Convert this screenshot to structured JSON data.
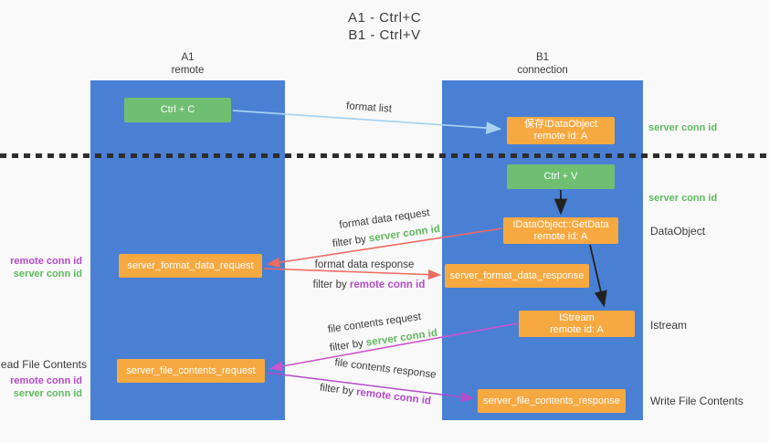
{
  "title": {
    "line1": "A1 - Ctrl+C",
    "line2": "B1 - Ctrl+V"
  },
  "lanes": {
    "a1": {
      "name": "A1",
      "subtitle": "remote"
    },
    "b1": {
      "name": "B1",
      "subtitle": "connection"
    }
  },
  "nodes": {
    "ctrl_c": {
      "label": "Ctrl + C"
    },
    "save_idataobject": {
      "line1": "保存IDataObject",
      "line2": "remote id: A"
    },
    "ctrl_v": {
      "label": "Ctrl + V"
    },
    "getdata": {
      "line1": "IDataObject::GetData",
      "line2": "remote id: A"
    },
    "server_format_data_request": {
      "label": "server_format_data_request"
    },
    "server_format_data_response": {
      "label": "server_format_data_response"
    },
    "istream": {
      "line1": "IStream",
      "line2": "remote id: A"
    },
    "server_file_contents_request": {
      "label": "server_file_contents_request"
    },
    "server_file_contents_response": {
      "label": "server_file_contents_response"
    }
  },
  "arrow_labels": {
    "format_list": "format list",
    "format_data_request": "format data request",
    "format_data_request_filter": {
      "prefix": "filter by ",
      "key": "server conn id"
    },
    "format_data_response": "format data response",
    "format_data_response_filter": {
      "prefix": "filter by ",
      "key": "remote conn id"
    },
    "file_contents_request": "file contents request",
    "file_contents_request_filter": {
      "prefix": "filter by ",
      "key": "server conn id"
    },
    "file_contents_response": "file contents response",
    "file_contents_response_filter": {
      "prefix": "filter by ",
      "key": "remote conn id"
    }
  },
  "side_labels": {
    "right_server_conn_id_1": "server conn id",
    "right_server_conn_id_2": "server conn id",
    "right_dataobject": "DataObject",
    "right_istream": "Istream",
    "right_write_file_contents": "Write File Contents",
    "left_remote_conn_id_1": "remote conn id",
    "left_server_conn_id_1": "server conn id",
    "left_read_file_contents": "Read File Contents",
    "left_remote_conn_id_2": "remote conn id",
    "left_server_conn_id_2": "server conn id"
  },
  "colors": {
    "lane_blue": "#4a80d4",
    "node_green": "#6fbf72",
    "node_orange": "#f7a941",
    "arrow_light_blue": "#a8d2f0",
    "arrow_red": "#ee6b63",
    "arrow_pink": "#cc55cc",
    "arrow_purple": "#b44bc8",
    "arrow_black": "#222222",
    "text_green": "#5fb95f",
    "text_purple": "#b44bc8"
  }
}
